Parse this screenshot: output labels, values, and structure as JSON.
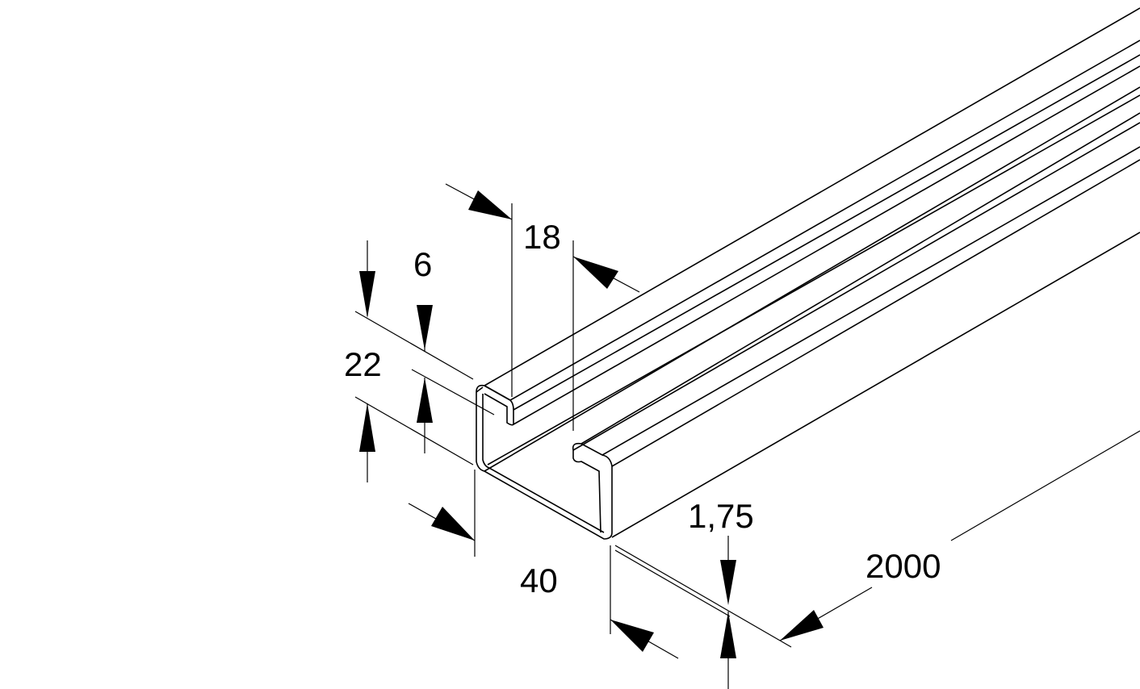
{
  "drawing": {
    "dimensions": {
      "width_40": "40",
      "height_22": "22",
      "lip_6": "6",
      "slot_18": "18",
      "thickness_175": "1,75",
      "length_2000": "2000"
    },
    "colors": {
      "line": "#000000",
      "background": "#ffffff"
    }
  }
}
